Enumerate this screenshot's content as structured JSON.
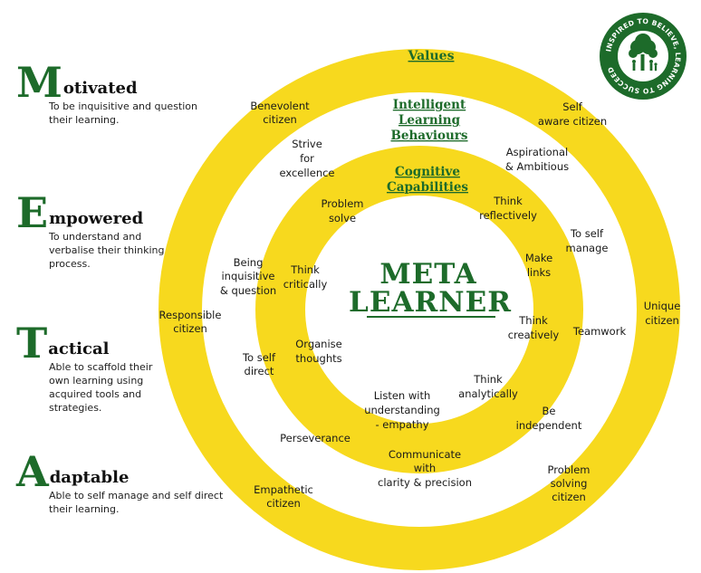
{
  "colors": {
    "ring": "#f7d91e",
    "white": "#ffffff",
    "green": "#1d6b2a",
    "text": "#1a1a1a"
  },
  "meta_list": [
    {
      "letter": "M",
      "rest": "otivated",
      "desc": "To be inquisitive and question\ntheir learning."
    },
    {
      "letter": "E",
      "rest": "mpowered",
      "desc": "To understand and\nverbalise their thinking\nprocess."
    },
    {
      "letter": "T",
      "rest": "actical",
      "desc": "Able to scaffold their\nown learning using\nacquired tools and\nstrategies."
    },
    {
      "letter": "A",
      "rest": "daptable",
      "desc": "Able to self manage and self direct\ntheir learning."
    }
  ],
  "diagram": {
    "center": [
      "META",
      "LEARNER"
    ],
    "values_title": "Values",
    "behaviours_title": [
      "Intelligent",
      "Learning",
      "Behaviours"
    ],
    "capabilities_title": [
      "Cognitive",
      "Capabilities"
    ],
    "values_labels": [
      [
        "Benevolent",
        "citizen"
      ],
      [
        "Self",
        "aware citizen"
      ],
      [
        "Unique",
        "citizen"
      ],
      [
        "Problem",
        "solving",
        "citizen"
      ],
      [
        "Empathetic",
        "citizen"
      ],
      [
        "Responsible",
        "citizen"
      ]
    ],
    "behaviour_labels": [
      [
        "Strive",
        "for",
        "excellence"
      ],
      [
        "Aspirational",
        "& Ambitious"
      ],
      [
        "To self",
        "manage"
      ],
      [
        "Teamwork"
      ],
      [
        "Be",
        "independent"
      ],
      [
        "Communicate",
        "with",
        "clarity & precision"
      ],
      [
        "Perseverance"
      ],
      [
        "To self",
        "direct"
      ],
      [
        "Being",
        "inquisitive",
        "& question"
      ]
    ],
    "capability_labels": [
      [
        "Problem",
        "solve"
      ],
      [
        "Think",
        "reflectively"
      ],
      [
        "Make",
        "links"
      ],
      [
        "Think",
        "creatively"
      ],
      [
        "Think",
        "analytically"
      ],
      [
        "Listen with",
        "understanding",
        "- empathy"
      ],
      [
        "Organise",
        "thoughts"
      ],
      [
        "Think",
        "critically"
      ]
    ]
  },
  "logo": {
    "text": "INSPIRED TO BELIEVE, LEARNING TO SUCCEED",
    "icon": "tree-family-icon"
  }
}
